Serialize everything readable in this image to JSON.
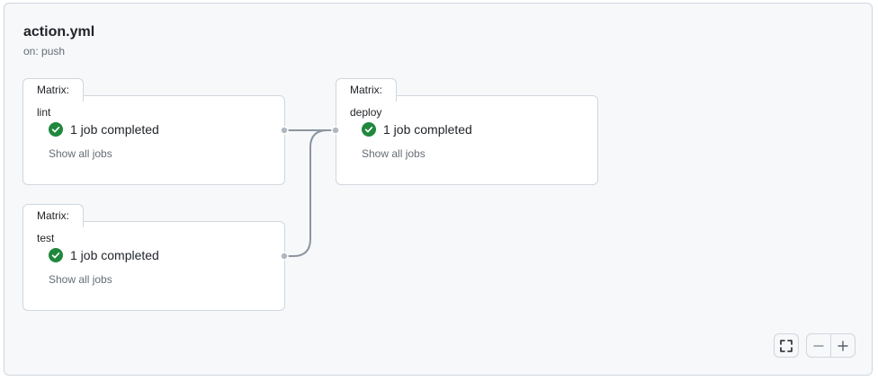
{
  "workflow": {
    "title": "action.yml",
    "trigger": "on: push"
  },
  "groups": [
    {
      "label": "Matrix: lint",
      "status": "1 job completed",
      "link": "Show all jobs"
    },
    {
      "label": "Matrix: test",
      "status": "1 job completed",
      "link": "Show all jobs"
    },
    {
      "label": "Matrix: deploy",
      "status": "1 job completed",
      "link": "Show all jobs"
    }
  ],
  "colors": {
    "success": "#1f883d",
    "connector": "#8c959f",
    "border": "#d0d7de",
    "muted": "#656d76"
  },
  "controls": {
    "fullscreen_icon": "fullscreen-icon",
    "zoom_out_icon": "minus-icon",
    "zoom_in_icon": "plus-icon"
  }
}
